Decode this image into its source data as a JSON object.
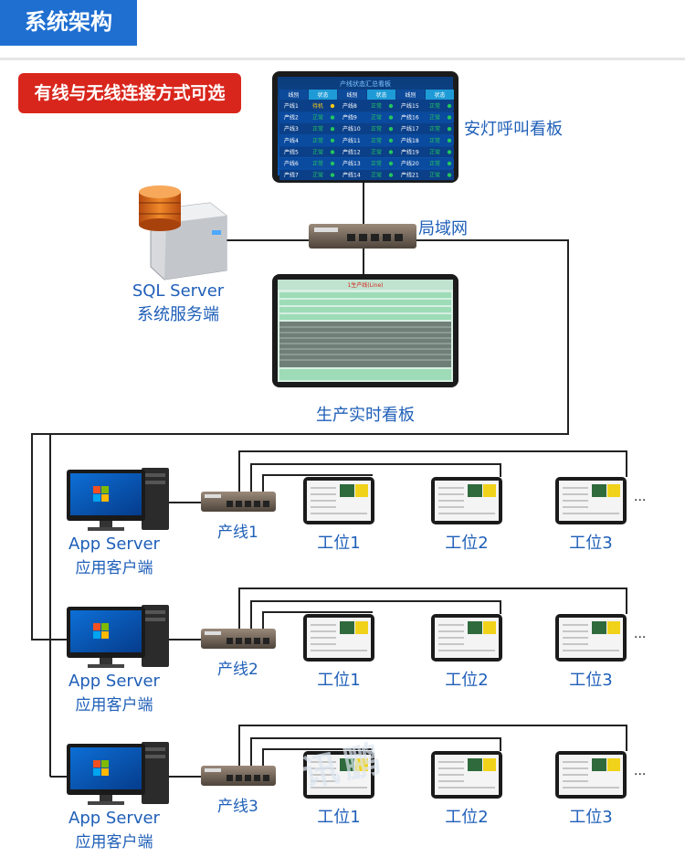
{
  "header": {
    "title": "系统架构"
  },
  "badge": {
    "text": "有线与无线连接方式可选"
  },
  "andon_board": {
    "title": "产线状态汇总看板",
    "headers": [
      "线别",
      "状态",
      "线别",
      "状态",
      "线别",
      "状态"
    ],
    "rows": [
      [
        "产线1",
        "待机",
        "产线8",
        "正常",
        "产线15",
        "正常"
      ],
      [
        "产线2",
        "正常",
        "产线9",
        "正常",
        "产线16",
        "正常"
      ],
      [
        "产线3",
        "正常",
        "产线10",
        "正常",
        "产线17",
        "正常"
      ],
      [
        "产线4",
        "正常",
        "产线11",
        "正常",
        "产线18",
        "正常"
      ],
      [
        "产线5",
        "正常",
        "产线12",
        "正常",
        "产线19",
        "正常"
      ],
      [
        "产线6",
        "正常",
        "产线13",
        "正常",
        "产线20",
        "正常"
      ],
      [
        "产线7",
        "正常",
        "产线14",
        "正常",
        "产线21",
        "正常"
      ]
    ],
    "caption": "安灯呼叫看板"
  },
  "lan": {
    "caption": "局域网"
  },
  "sql_server": {
    "name": "SQL Server",
    "role": "系统服务端"
  },
  "production_board": {
    "title": "1生产线(Line)",
    "caption": "生产实时看板"
  },
  "lines": [
    {
      "switch_label": "产线1",
      "app_name": "App Server",
      "app_role": "应用客户端",
      "stations": [
        "工位1",
        "工位2",
        "工位3"
      ],
      "more": "..."
    },
    {
      "switch_label": "产线2",
      "app_name": "App Server",
      "app_role": "应用客户端",
      "stations": [
        "工位1",
        "工位2",
        "工位3"
      ],
      "more": "..."
    },
    {
      "switch_label": "产线3",
      "app_name": "App Server",
      "app_role": "应用客户端",
      "stations": [
        "工位1",
        "工位2",
        "工位3"
      ],
      "more": "..."
    }
  ],
  "watermark": "讯鹏",
  "colors": {
    "accent": "#1f6fd1",
    "badge": "#d9261c",
    "label": "#1f5fb8",
    "status_ok": "#22c55e",
    "status_wait": "#facc15"
  }
}
